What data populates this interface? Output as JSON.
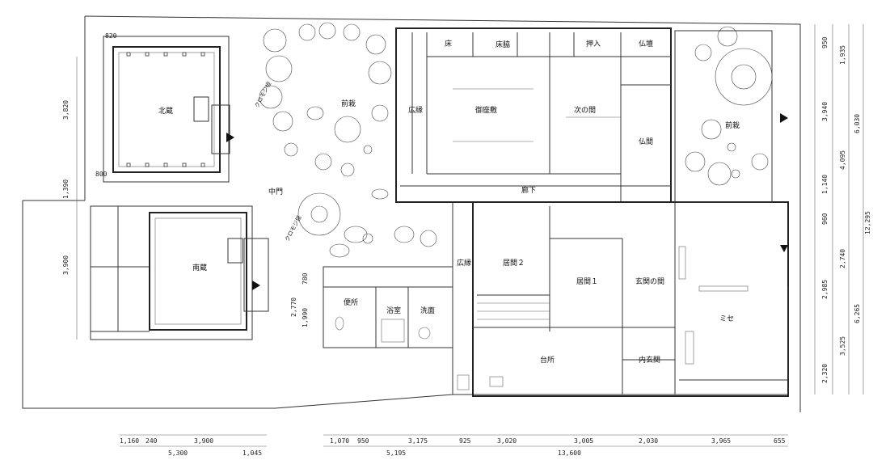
{
  "rooms": {
    "kitazo": "北蔵",
    "minamizo": "南蔵",
    "mae_sai_left": "前栽",
    "mae_sai_right": "前栽",
    "chumon": "中門",
    "kuromoji": "クロモジ垣",
    "kuromoji2": "クロモジ垣",
    "tokonoma": "床",
    "tokowaki": "床脇",
    "oshiire": "押入",
    "butsudan": "仏壇",
    "hiroen_top": "広縁",
    "gozashiki": "御座敷",
    "tsuginoma": "次の間",
    "butsuma": "仏間",
    "roka": "廊下",
    "hiroen_mid": "広縁",
    "ima2": "居間２",
    "ima1": "居間１",
    "genkan_ma": "玄関の間",
    "mise": "ミセ",
    "benjo": "便所",
    "yokushitsu": "浴室",
    "senmen": "洗面",
    "daidokoro": "台所",
    "uchigenkan": "内玄関"
  },
  "dims_bottom_row1": [
    "1,160",
    "240",
    "3,900",
    "1,070",
    "950",
    "3,175",
    "925",
    "3,020",
    "3,005",
    "2,030",
    "3,965",
    "655"
  ],
  "dims_bottom_row2": [
    "5,300",
    "1,045",
    "5,195",
    "13,600"
  ],
  "dims_left": [
    "3,820",
    "1,390",
    "3,900",
    "820",
    "800"
  ],
  "dims_left_inner": [
    "780",
    "2,770",
    "1,990"
  ],
  "dims_right_col1": [
    "950",
    "3,940",
    "1,140",
    "960",
    "2,740",
    "2,985",
    "3,525",
    "2,320"
  ],
  "dims_right_col2": [
    "1,935",
    "4,095",
    "6,265"
  ],
  "dims_right_col3": [
    "6,030",
    "12,295"
  ]
}
